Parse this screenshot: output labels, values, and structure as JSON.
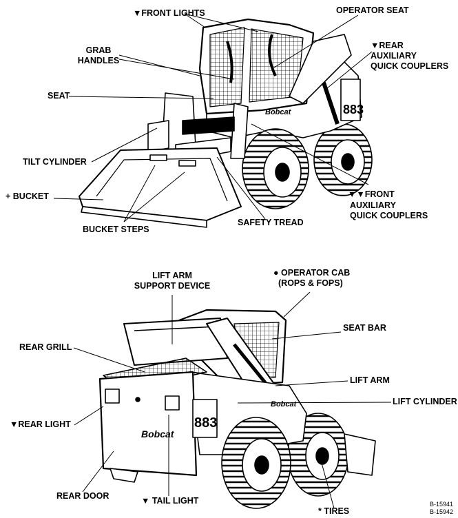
{
  "top_view": {
    "front_lights": "▼FRONT LIGHTS",
    "operator_seat": "OPERATOR SEAT",
    "grab_handles_1": "GRAB",
    "grab_handles_2": "HANDLES",
    "seat": "SEAT",
    "rear_aux_1": "▼REAR",
    "rear_aux_2": "AUXILIARY",
    "rear_aux_3": "QUICK COUPLERS",
    "tilt_cylinder": "TILT CYLINDER",
    "bucket": "+  BUCKET",
    "front_aux_1": "▼▼FRONT",
    "front_aux_2": "AUXILIARY",
    "front_aux_3": "QUICK COUPLERS",
    "bucket_steps": "BUCKET STEPS",
    "safety_tread": "SAFETY TREAD"
  },
  "bottom_view": {
    "lift_arm_support_1": "LIFT ARM",
    "lift_arm_support_2": "SUPPORT DEVICE",
    "operator_cab_1": "● OPERATOR CAB",
    "operator_cab_2": "(ROPS & FOPS)",
    "seat_bar": "SEAT BAR",
    "rear_grill": "REAR GRILL",
    "lift_arm": "LIFT ARM",
    "lift_cylinder": "LIFT CYLINDER",
    "rear_light": "▼REAR LIGHT",
    "rear_door": "REAR DOOR",
    "tail_light": "▼ TAIL LIGHT",
    "tires": "* TIRES"
  },
  "machine_text": {
    "brand": "Bobcat",
    "model": "883"
  },
  "figure_refs": [
    "B-15941",
    "B-15942"
  ]
}
